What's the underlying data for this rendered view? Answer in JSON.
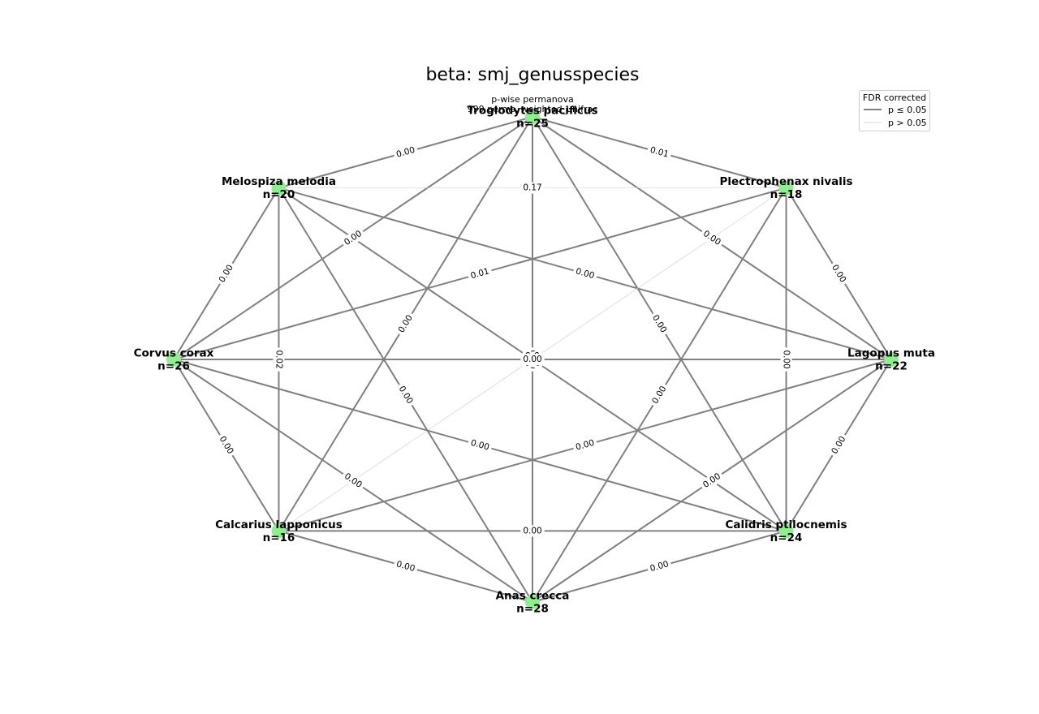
{
  "title": "beta: smj_genusspecies",
  "subtitle_lines": [
    "p-wise permanova",
    "999 perms, weighted_unifrac"
  ],
  "legend": {
    "title": "FDR corrected",
    "items": [
      {
        "label": "p ≤ 0.05",
        "color": "#808080",
        "weight": "strong"
      },
      {
        "label": "p > 0.05",
        "color": "#d8d8d8",
        "weight": "weak"
      }
    ]
  },
  "colors": {
    "node": "#90ee90",
    "edge_sig": "#808080",
    "edge_nonsig": "#d3d3d3"
  },
  "nodes": [
    {
      "id": "troglodytes",
      "name": "Troglodytes pacificus",
      "n_label": "n=25"
    },
    {
      "id": "plectrophenax",
      "name": "Plectrophenax nivalis",
      "n_label": "n=18"
    },
    {
      "id": "lagopus",
      "name": "Lagopus muta",
      "n_label": "n=22"
    },
    {
      "id": "calidris",
      "name": "Calidris ptilocnemis",
      "n_label": "n=24"
    },
    {
      "id": "anas",
      "name": "Anas crecca",
      "n_label": "n=28"
    },
    {
      "id": "calcarius",
      "name": "Calcarius lapponicus",
      "n_label": "n=16"
    },
    {
      "id": "corvus",
      "name": "Corvus corax",
      "n_label": "n=26"
    },
    {
      "id": "melospiza",
      "name": "Melospiza melodia",
      "n_label": "n=20"
    }
  ],
  "edges": [
    {
      "source": "troglodytes",
      "target": "melospiza",
      "p": 0.0,
      "label": "0.00"
    },
    {
      "source": "troglodytes",
      "target": "plectrophenax",
      "p": 0.01,
      "label": "0.01"
    },
    {
      "source": "troglodytes",
      "target": "corvus",
      "p": 0.0,
      "label": "0.00"
    },
    {
      "source": "troglodytes",
      "target": "calcarius",
      "p": 0.0,
      "label": "0.00"
    },
    {
      "source": "troglodytes",
      "target": "anas",
      "p": 0.0,
      "label": "0.00"
    },
    {
      "source": "troglodytes",
      "target": "calidris",
      "p": 0.0,
      "label": "0.00"
    },
    {
      "source": "troglodytes",
      "target": "lagopus",
      "p": 0.0,
      "label": "0.00"
    },
    {
      "source": "melospiza",
      "target": "plectrophenax",
      "p": 0.17,
      "label": "0.17"
    },
    {
      "source": "melospiza",
      "target": "corvus",
      "p": 0.0,
      "label": "0.00"
    },
    {
      "source": "melospiza",
      "target": "calcarius",
      "p": 0.02,
      "label": "0.02"
    },
    {
      "source": "melospiza",
      "target": "anas",
      "p": 0.0,
      "label": "0.00"
    },
    {
      "source": "melospiza",
      "target": "calidris",
      "p": 0.0,
      "label": "0.00"
    },
    {
      "source": "melospiza",
      "target": "lagopus",
      "p": 0.0,
      "label": "0.00"
    },
    {
      "source": "plectrophenax",
      "target": "corvus",
      "p": 0.01,
      "label": "0.01"
    },
    {
      "source": "plectrophenax",
      "target": "calcarius",
      "p": 0.12,
      "label": "0.12"
    },
    {
      "source": "plectrophenax",
      "target": "anas",
      "p": 0.0,
      "label": "0.00"
    },
    {
      "source": "plectrophenax",
      "target": "calidris",
      "p": 0.0,
      "label": "0.00"
    },
    {
      "source": "plectrophenax",
      "target": "lagopus",
      "p": 0.0,
      "label": "0.00"
    },
    {
      "source": "corvus",
      "target": "lagopus",
      "p": 0.0,
      "label": "0.00"
    },
    {
      "source": "corvus",
      "target": "calcarius",
      "p": 0.0,
      "label": "0.00"
    },
    {
      "source": "corvus",
      "target": "anas",
      "p": 0.0,
      "label": "0.00"
    },
    {
      "source": "corvus",
      "target": "calidris",
      "p": 0.0,
      "label": "0.00"
    },
    {
      "source": "lagopus",
      "target": "calcarius",
      "p": 0.0,
      "label": "0.00"
    },
    {
      "source": "lagopus",
      "target": "anas",
      "p": 0.0,
      "label": "0.00"
    },
    {
      "source": "lagopus",
      "target": "calidris",
      "p": 0.0,
      "label": "0.00"
    },
    {
      "source": "calcarius",
      "target": "calidris",
      "p": 0.0,
      "label": "0.00"
    },
    {
      "source": "calcarius",
      "target": "anas",
      "p": 0.0,
      "label": "0.00"
    },
    {
      "source": "anas",
      "target": "calidris",
      "p": 0.0,
      "label": "0.00"
    }
  ]
}
